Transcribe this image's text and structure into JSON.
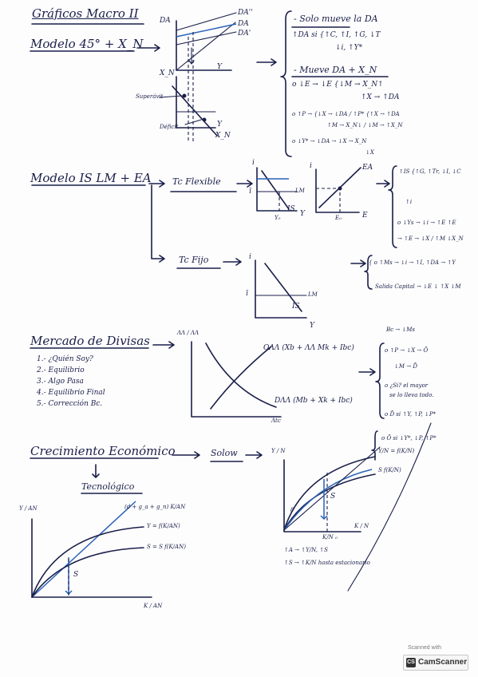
{
  "page": {
    "title": "Gráficos Macro II"
  },
  "sec1": {
    "heading": "Modelo 45° + X_N",
    "bullet": "o",
    "labels": {
      "da2": "DA''",
      "da": "DA",
      "da1": "DA'",
      "da_axis": "DA",
      "y": "Y",
      "xn": "X_N",
      "y2": "Y",
      "xn2": "X_N",
      "superavit": "Superávit",
      "deficit": "Déficit"
    },
    "notes": {
      "title1": "- Solo mueve la DA",
      "l1": "↑DA si  {↑C, ↑I, ↑G, ↓T",
      "l2": "↓i, ↑Y*",
      "title2": "- Mueve  DA + X_N",
      "l3": "o ↓E → ↓E {↓M → X_N↑",
      "l4": "↑X → ↑DA",
      "l5": "o ↑P → {↓X → ↓DA / ↑P* {↑X → ↑DA",
      "l6": "↑M → X_N↓ / ↓M → ↑X_N",
      "l7": "o ↓Y* → ↓DA → ↓X → X_N",
      "l8": "↓X"
    }
  },
  "sec2": {
    "heading": "Modelo IS LM + EA",
    "arrow_label": "Tc Flexible",
    "fixed_label": "Tc Fijo",
    "labels": {
      "i": "i",
      "i_bar": "ī",
      "lm": "LM",
      "is": "IS",
      "y0": "Y₀",
      "y": "Y",
      "i2": "i",
      "ea": "EA",
      "e0": "E₀",
      "e": "E",
      "i3": "i",
      "i3_bar": "ī",
      "lm2": "LM",
      "is2": "IS",
      "y3": "Y"
    },
    "notes": {
      "n1": "↑IS {↑G, ↑Tr, ↓I, ↓C",
      "n2": "↑i",
      "n3": "o ↓Ys → ↓i → ↑E ↑E",
      "n4": "→ ↑E → ↓X / ↑M ↓X_N",
      "n5": "{ o ↑Ms → ↓i → ↑I, ↑DA → ↑Y",
      "n6": "Salida Capital → ↓E ↓ ↑X ↓M",
      "n7": "Bc → ↓Ms"
    }
  },
  "sec3": {
    "heading": "Mercado de Divisas",
    "items": [
      "1.- ¿Quién Soy?",
      "2.- Equilibrio",
      "3.- Algo Pasa",
      "4.- Equilibrio Final",
      "5.- Corrección Bc."
    ],
    "labels": {
      "axis_y": "ΛΛ / ΛΛ",
      "offer": "OΛΛ (Xb + ΛΛ Mk + Ibc)",
      "demand": "DΛΛ (Mb + Xk + Ibc)",
      "axis_x": "Λtc"
    },
    "notes": {
      "n1": "o ↑P → ↓X → Ō",
      "n2": "↓M → D̄",
      "n3": "o ¿Si? el mayor",
      "n4": "se lo lleva todo.",
      "n5": "o D̄ si ↑Y, ↑P, ↓P*",
      "n6": "o Ō si ↓Y*, ↓P, ↑P*"
    }
  },
  "sec4": {
    "heading": "Crecimiento Económico",
    "solow": "Solow",
    "tech": "Tecnológico",
    "labels": {
      "axis_y": "Y / AN",
      "dep": "(d + g_a + g_n) K/AN",
      "prod": "Y = f(K/AN)",
      "sav": "S = S f(K/AN)",
      "s": "S",
      "axis_x": "K / AN",
      "s_y": "Y / N",
      "s_prod": "Y/N = f(K/N)",
      "s_sav": "S f(K/N)",
      "s_s": "S",
      "s_x": "K / N",
      "s_x0": "K/N ₀",
      "s_d": "δ"
    },
    "notes": {
      "n1": "↑A → ↑Y/N, ↑S",
      "n2": "↑S → ↑K/N hasta estacionario"
    }
  },
  "watermark": {
    "top": "Scanned with",
    "name": "CamScanner",
    "logo": "CS"
  }
}
